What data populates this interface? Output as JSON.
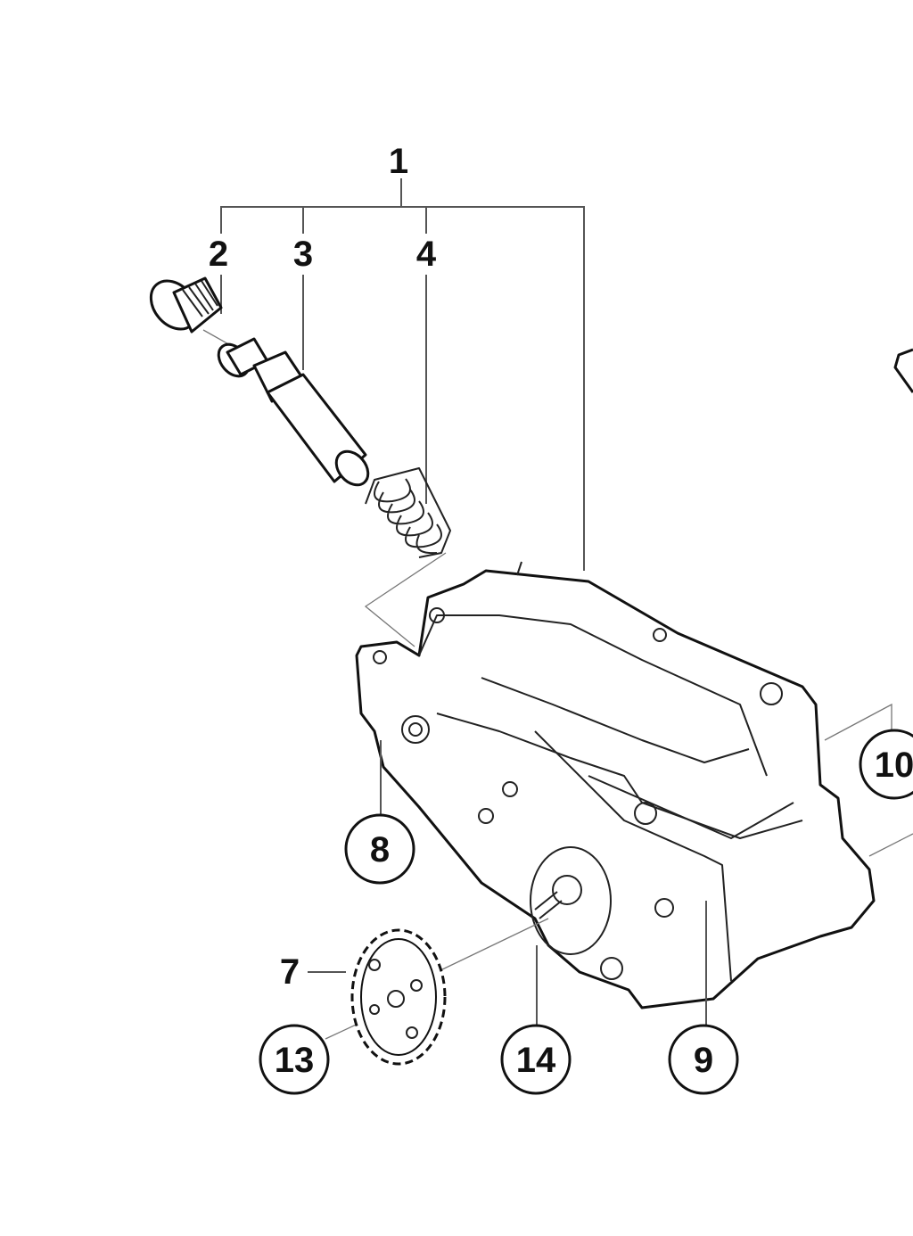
{
  "callouts": {
    "c1": "1",
    "c2": "2",
    "c3": "3",
    "c4": "4",
    "c7": "7",
    "c8": "8",
    "c9": "9",
    "c10": "10",
    "c13": "13",
    "c14": "14"
  }
}
